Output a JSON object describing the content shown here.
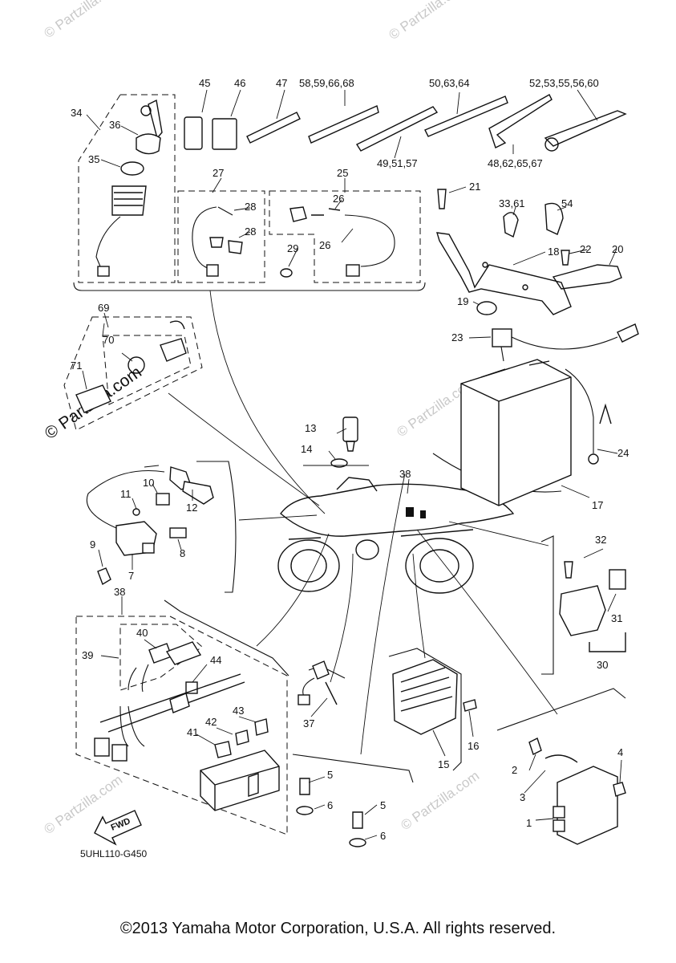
{
  "diagram_code": "5UHL110-G450",
  "copyright": "©2013 Yamaha Motor Corporation, U.S.A. All rights reserved.",
  "watermark": "© Partzilla.com",
  "fwd_label": "FWD",
  "callouts": {
    "c1": "1",
    "c2": "2",
    "c3": "3",
    "c4": "4",
    "c5a": "5",
    "c5b": "5",
    "c6a": "6",
    "c6b": "6",
    "c7": "7",
    "c8": "8",
    "c9": "9",
    "c10": "10",
    "c11": "11",
    "c12": "12",
    "c13": "13",
    "c14": "14",
    "c15": "15",
    "c16": "16",
    "c17": "17",
    "c18": "18",
    "c19": "19",
    "c20": "20",
    "c21": "21",
    "c22": "22",
    "c23": "23",
    "c24": "24",
    "c25": "25",
    "c26a": "26",
    "c26b": "26",
    "c27": "27",
    "c28a": "28",
    "c28b": "28",
    "c29": "29",
    "c30": "30",
    "c31": "31",
    "c32": "32",
    "c33": "33,61",
    "c34": "34",
    "c35": "35",
    "c36": "36",
    "c37": "37",
    "c38a": "38",
    "c38b": "38",
    "c39": "39",
    "c40": "40",
    "c41": "41",
    "c42": "42",
    "c43": "43",
    "c44": "44",
    "c45": "45",
    "c46": "46",
    "c47": "47",
    "c58": "58,59,66,68",
    "c50": "50,63,64",
    "c52": "52,53,55,56,60",
    "c49": "49,51,57",
    "c48": "48,62,65,67",
    "c54": "54",
    "c69": "69",
    "c70": "70",
    "c71": "71"
  }
}
